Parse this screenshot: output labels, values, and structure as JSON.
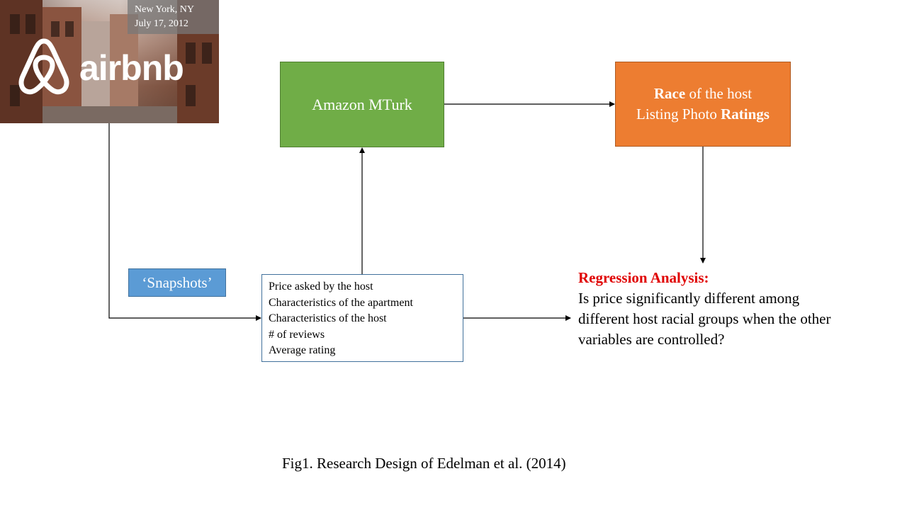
{
  "photo": {
    "caption_line1": "New York, NY",
    "caption_line2": "July  17, 2012",
    "logo_text": "airbnb"
  },
  "boxes": {
    "mturk": "Amazon MTurk",
    "race": {
      "line1_bold": "Race",
      "line1_rest": " of the host",
      "line2_rest": "Listing Photo ",
      "line2_bold": "Ratings"
    },
    "snapshots": "‘Snapshots’",
    "variables": [
      "Price asked by the host",
      "Characteristics of the apartment",
      "Characteristics of the host",
      "# of reviews",
      "Average  rating"
    ]
  },
  "regression": {
    "title": "Regression Analysis:",
    "question": "Is price significantly  different among different host racial groups when the other variables are controlled?"
  },
  "caption": "Fig1. Research Design of Edelman et al. (2014)",
  "colors": {
    "mturk": "#70ad47",
    "race": "#ed7d31",
    "snapshots": "#5b9bd5",
    "regression_title": "#e00000"
  }
}
